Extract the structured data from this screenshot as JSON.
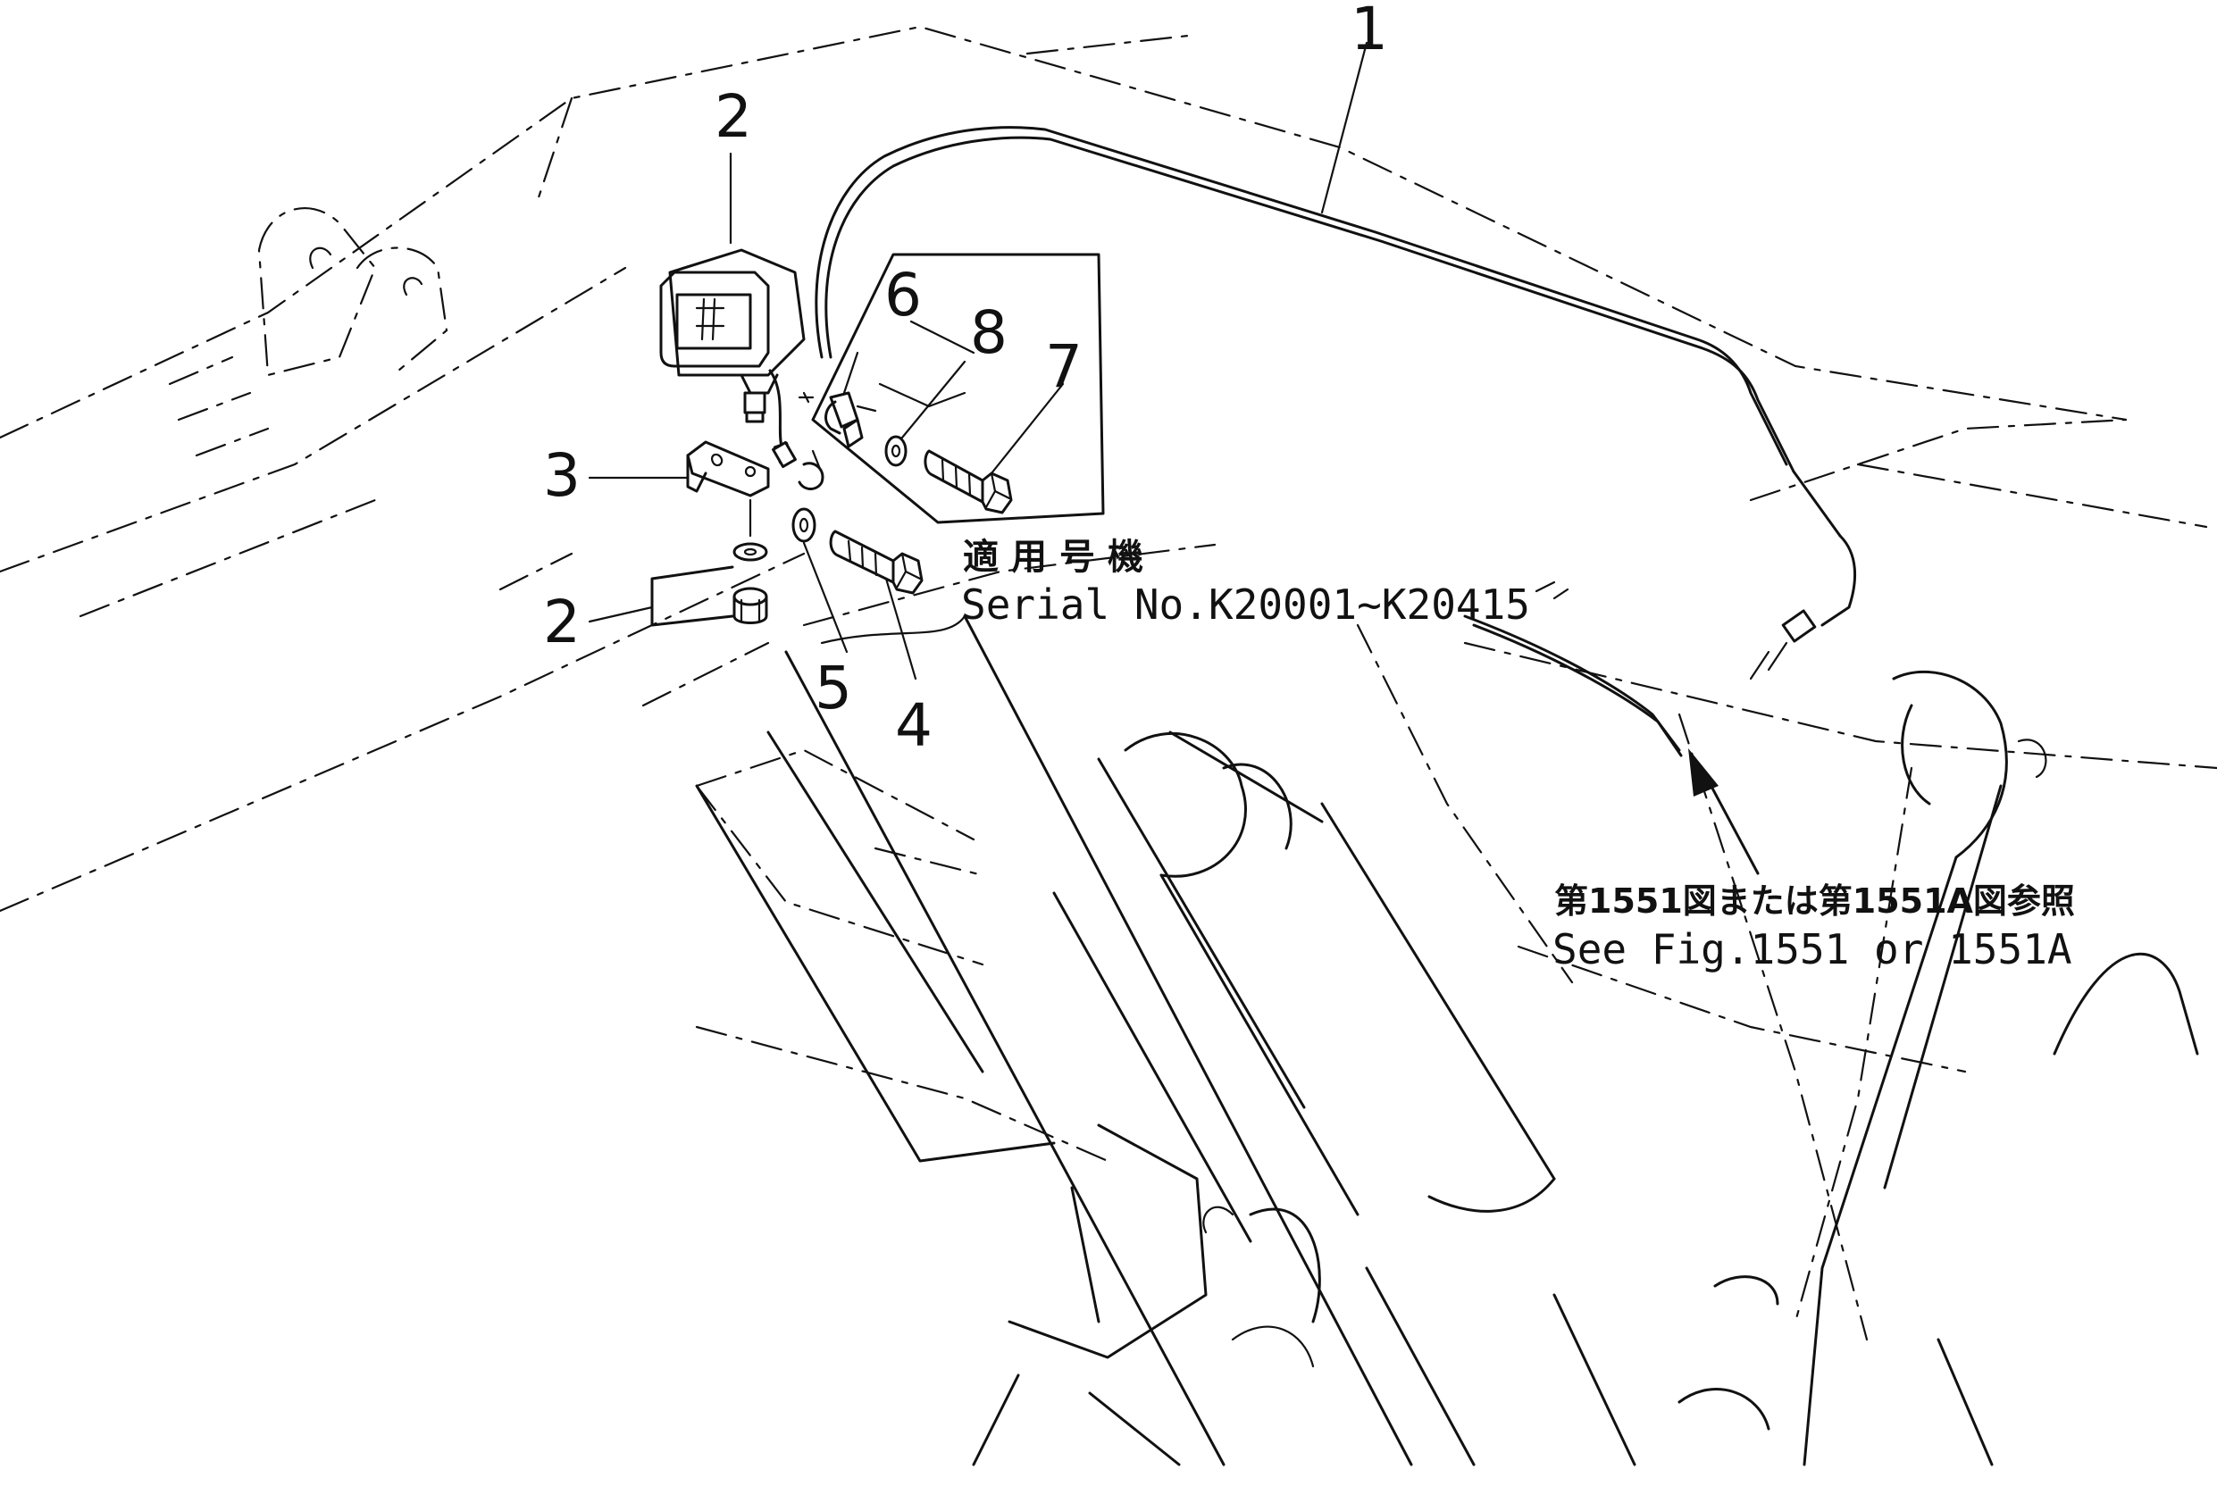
{
  "callouts": {
    "part_1": "1",
    "part_2_lamp": "2",
    "part_2_nut": "2",
    "part_3": "3",
    "part_4": "4",
    "part_5": "5",
    "part_6": "6",
    "part_7": "7",
    "part_8": "8"
  },
  "serial_note": {
    "japanese": "適用号機",
    "english": "Serial No.K20001~K20415"
  },
  "reference_note": {
    "japanese": "第1551図または第1551A図参照",
    "english": "See Fig.1551 or 1551A"
  }
}
